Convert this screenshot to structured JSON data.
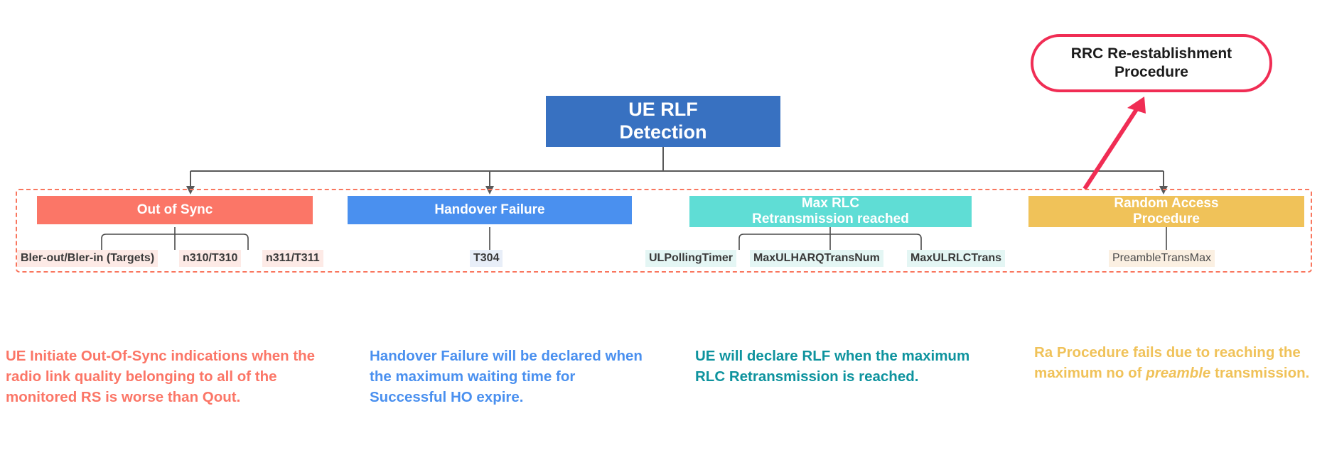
{
  "title_sliver": "",
  "root": {
    "label": "UE RLF\nDetection",
    "line1": "UE RLF",
    "line2": "Detection",
    "color": "#3871C1"
  },
  "rrc": {
    "line1": "RRC Re-establishment",
    "line2": "Procedure",
    "border_color": "#F02D54",
    "arrow_color": "#F02D54"
  },
  "zone": {
    "border_color": "#F9765E",
    "style": "dashed"
  },
  "branches": [
    {
      "id": "out-of-sync",
      "line1": "Out of Sync",
      "line2": "",
      "color": "#FB7667",
      "leaves": [
        "Bler-out/Bler-in (Targets)",
        "n310/T310",
        "n311/T311"
      ],
      "leaf_chip_color": "#FDEAE6",
      "caption": "UE Initiate Out-Of-Sync indications when the radio link quality belonging to all of the monitored RS is worse than Qout.",
      "caption_color": "#FB7667"
    },
    {
      "id": "handover-failure",
      "line1": "Handover Failure",
      "line2": "",
      "color": "#4A90EF",
      "leaves": [
        "T304"
      ],
      "leaf_chip_color": "#E8EEF8",
      "caption": "Handover Failure will be declared when the maximum waiting time for Successful HO expire.",
      "caption_color": "#4A90EF"
    },
    {
      "id": "max-rlc-retransmission",
      "line1": "Max RLC",
      "line2": "Retransmission reached",
      "color": "#5FDDD5",
      "leaves": [
        "ULPollingTimer",
        "MaxULHARQTransNum",
        "MaxULRLCTrans"
      ],
      "leaf_chip_color": "#E4F6F4",
      "caption": "UE will declare RLF when the maximum RLC Retransmission is reached.",
      "caption_color": "#0E939E"
    },
    {
      "id": "random-access-procedure",
      "line1": "Random Access",
      "line2": "Procedure",
      "color": "#F0C259",
      "leaves": [
        "PreambleTransMax"
      ],
      "leaf_chip_color": "#FBF0E2",
      "caption_parts": {
        "before": "Ra Procedure fails due to reaching the maximum no of ",
        "italic": "preamble",
        "after": " transmission."
      },
      "caption_color": "#F0C259"
    }
  ],
  "connector_color": "#595959"
}
